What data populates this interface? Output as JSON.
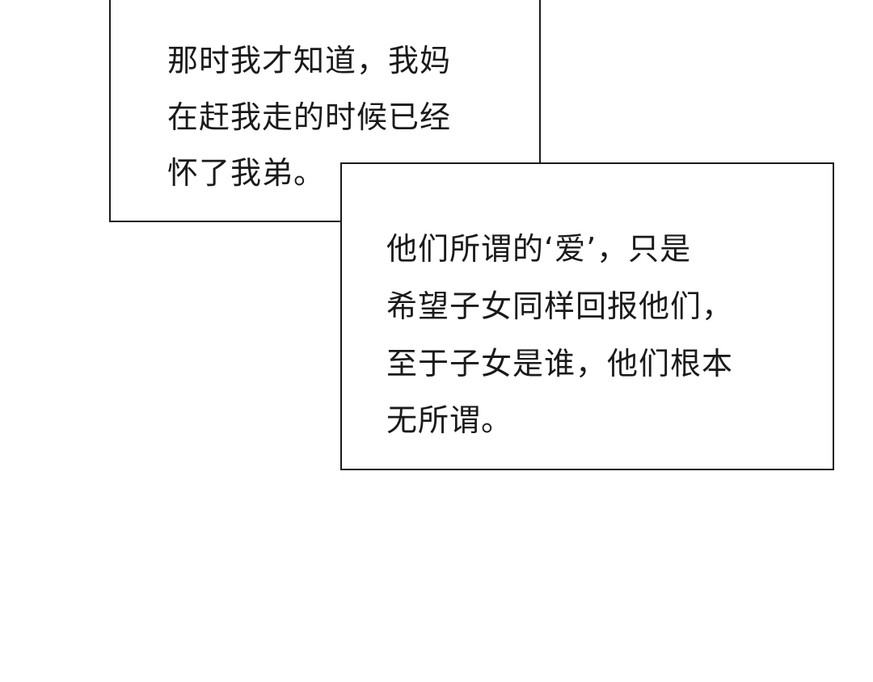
{
  "panel": {
    "background_color": "#ffffff",
    "border_color": "#1a1a1a",
    "text_color": "#1a1a1a"
  },
  "captions": [
    {
      "lines": [
        "那时我才知道，我妈",
        "在赶我走的时候已经",
        "怀了我弟。"
      ]
    },
    {
      "lines": [
        "他们所谓的‘爱’，只是",
        "希望子女同样回报他们，",
        "至于子女是谁，他们根本",
        "无所谓。"
      ]
    }
  ]
}
